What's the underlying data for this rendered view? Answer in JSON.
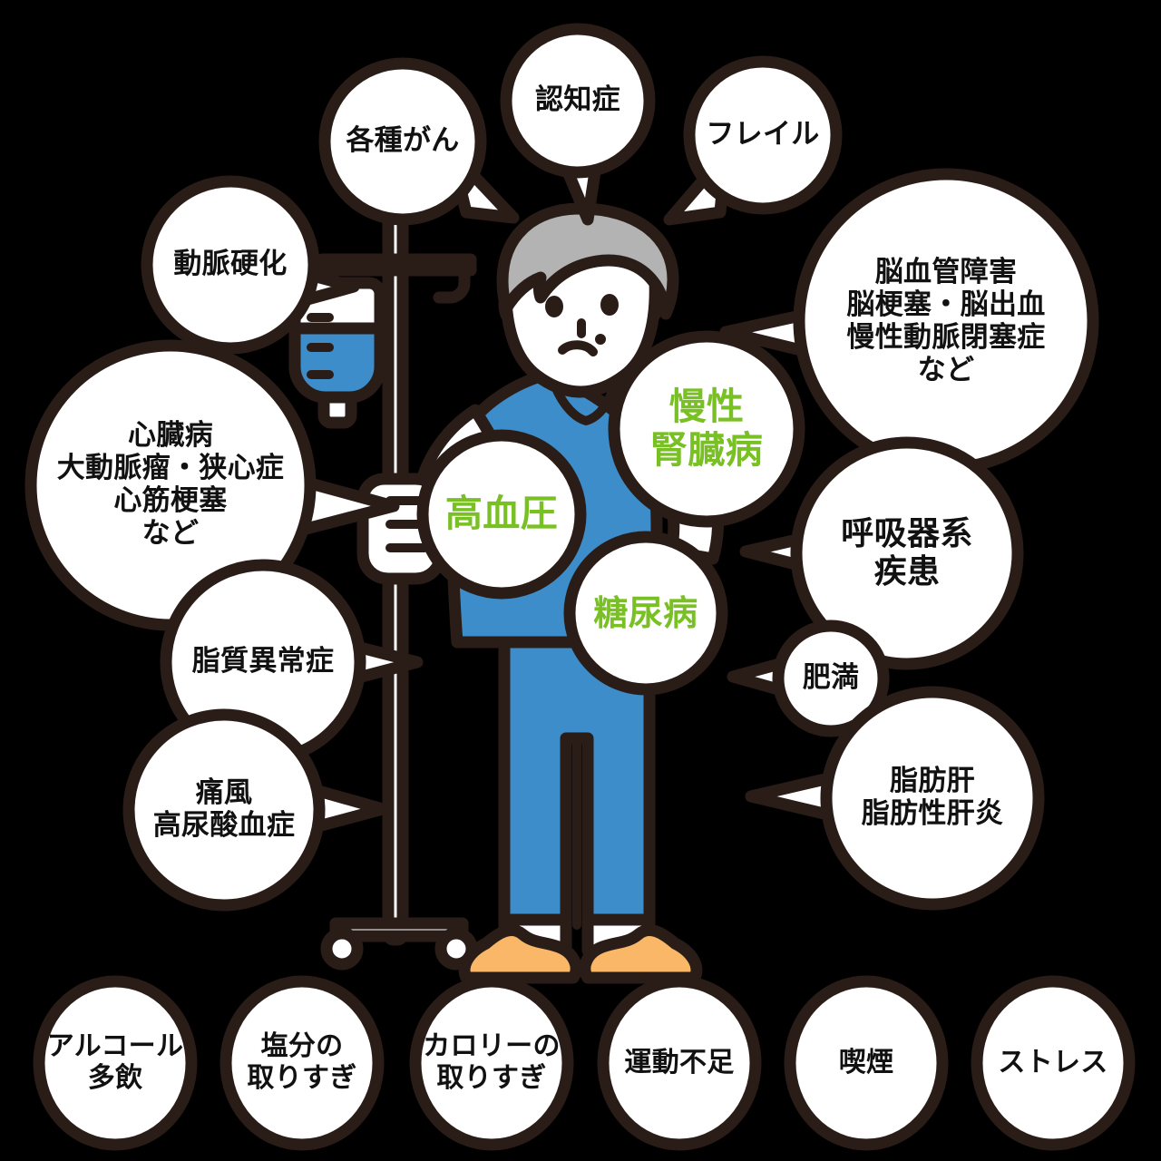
{
  "diagram": {
    "title_note": "生活習慣病の合併症と生活習慣リスク因子の図",
    "colors": {
      "background": "#000000",
      "bubble_fill": "#ffffff",
      "bubble_outline": "#2a1d18",
      "text_black": "#111111",
      "text_green": "#78c023",
      "clothing_blue": "#3d8dcb",
      "iv_fluid_blue": "#3d8dcb",
      "hair_gray": "#b3b3b3",
      "slipper_orange": "#f9b767",
      "skin_white": "#ffffff"
    },
    "figure": {
      "name": "elderly-patient-with-iv-stand",
      "hair": "gray",
      "outfit": "blue-hospital-gown",
      "footwear": "orange-slippers",
      "holding": "iv-drip-stand"
    },
    "iv_stand": {
      "name": "iv-drip-stand",
      "bag_upper_fill": "#ffffff",
      "bag_lower_fill": "#3d8dcb",
      "wheels": 2
    }
  },
  "complication_bubbles": [
    {
      "id": "various-cancers",
      "label": "各種がん",
      "color": "black",
      "tail": "down-right"
    },
    {
      "id": "dementia",
      "label": "認知症",
      "color": "black",
      "tail": "down"
    },
    {
      "id": "frailty",
      "label": "フレイル",
      "color": "black",
      "tail": "down-left"
    },
    {
      "id": "arteriosclerosis",
      "label": "動脈硬化",
      "color": "black",
      "tail": "right"
    },
    {
      "id": "cerebrovascular",
      "label": "脳血管障害\n脳梗塞・脳出血\n慢性動脈閉塞症\nなど",
      "color": "black",
      "tail": "left"
    },
    {
      "id": "heart-disease",
      "label": "心臓病\n大動脈瘤・狭心症\n心筋梗塞\nなど",
      "color": "black",
      "tail": "right"
    },
    {
      "id": "hypertension",
      "label": "高血圧",
      "color": "green",
      "tail": "none"
    },
    {
      "id": "chronic-kidney-disease",
      "label": "慢性\n腎臓病",
      "color": "green",
      "tail": "none"
    },
    {
      "id": "diabetes",
      "label": "糖尿病",
      "color": "green",
      "tail": "none"
    },
    {
      "id": "respiratory-disease",
      "label": "呼吸器系\n疾患",
      "color": "green",
      "tail": "left"
    },
    {
      "id": "dyslipidemia",
      "label": "脂質異常症",
      "color": "black",
      "tail": "right"
    },
    {
      "id": "obesity",
      "label": "肥満",
      "color": "black",
      "tail": "left"
    },
    {
      "id": "fatty-liver",
      "label": "脂肪肝\n脂肪性肝炎",
      "color": "black",
      "tail": "left"
    },
    {
      "id": "gout",
      "label": "痛風\n高尿酸血症",
      "color": "black",
      "tail": "right"
    }
  ],
  "lifestyle_bubbles": [
    {
      "id": "alcohol",
      "label": "アルコール\n多飲"
    },
    {
      "id": "excess-salt",
      "label": "塩分の\n取りすぎ"
    },
    {
      "id": "excess-calorie",
      "label": "カロリーの\n取りすぎ"
    },
    {
      "id": "lack-exercise",
      "label": "運動不足"
    },
    {
      "id": "smoking",
      "label": "喫煙"
    },
    {
      "id": "stress",
      "label": "ストレス"
    }
  ]
}
